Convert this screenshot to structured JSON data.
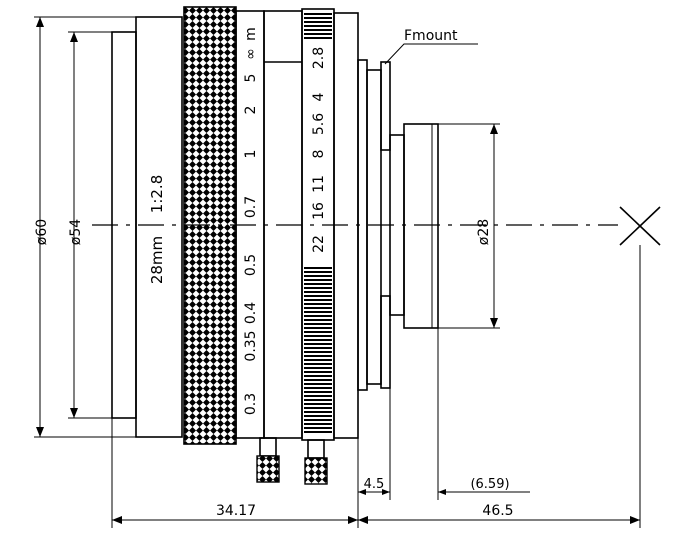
{
  "diagram": {
    "mount_label": "Fmount",
    "focal_length": "28mm",
    "aperture": "1:2.8",
    "focus_scale": [
      "0.3",
      "0.35",
      "0.4",
      "0.5",
      "0.7",
      "1",
      "2",
      "5",
      "∞",
      "m"
    ],
    "aperture_scale": [
      "2.8",
      "4",
      "5.6",
      "8",
      "11",
      "16",
      "22"
    ],
    "dimensions": {
      "outer_diameter": "ø60",
      "inner_diameter": "ø54",
      "mount_diameter": "ø28",
      "lens_length": "34.17",
      "flange_distance": "46.5",
      "thread_offset": "4.5",
      "back_protrusion": "(6.59)"
    }
  }
}
